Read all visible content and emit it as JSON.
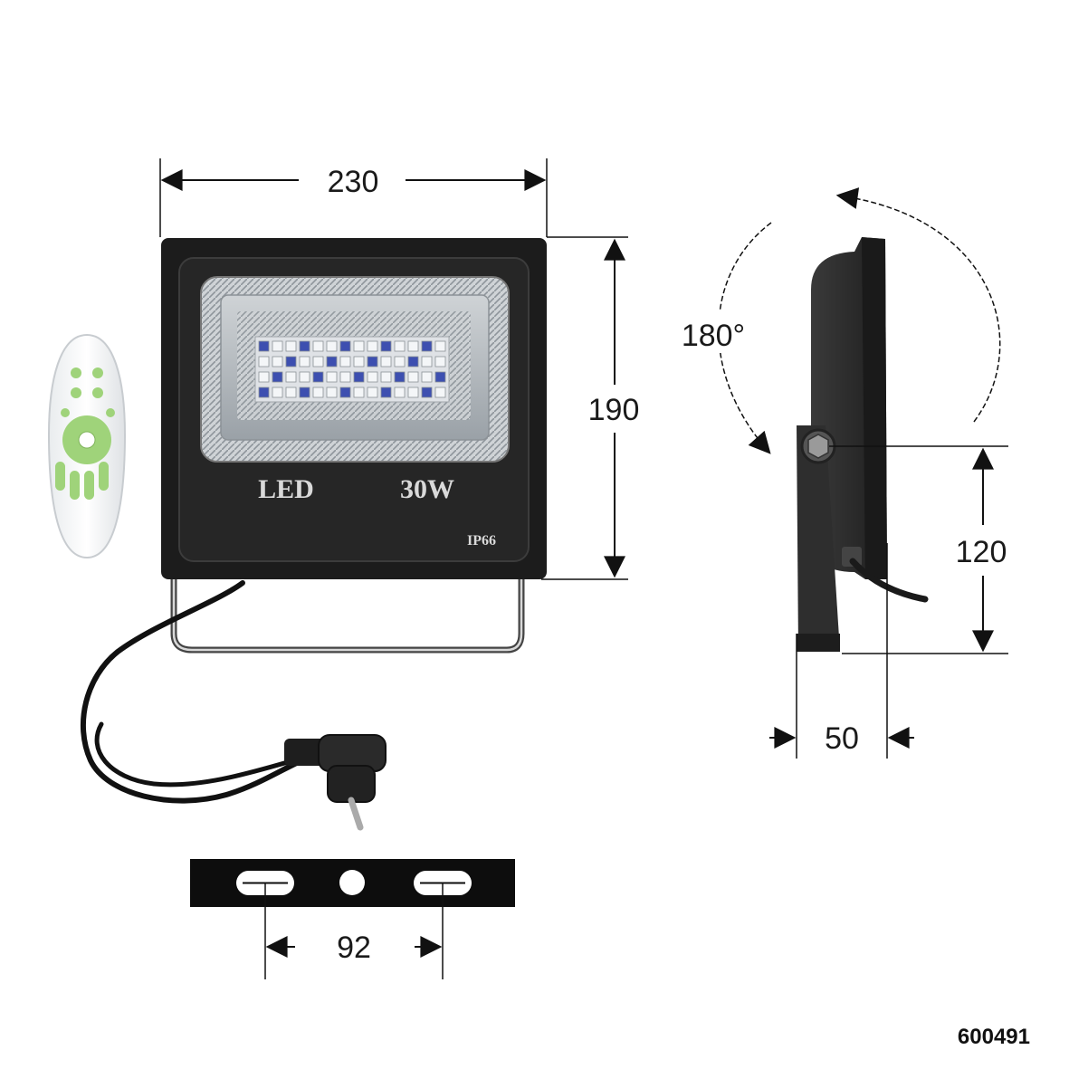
{
  "dimensions": {
    "width": "230",
    "height": "190",
    "bracket_height": "120",
    "depth": "50",
    "rotation": "180°",
    "hole_spacing": "92"
  },
  "lamp": {
    "label_led": "LED",
    "label_power": "30W",
    "label_rating": "IP66"
  },
  "product_code": "600491",
  "colors": {
    "housing": "#1c1c1c",
    "remote_buttons": "#9fd37a",
    "led_blue": "#3d4fb0"
  },
  "icons": [
    "floodlight-front",
    "floodlight-side",
    "remote-control",
    "power-plug",
    "mounting-bracket"
  ]
}
